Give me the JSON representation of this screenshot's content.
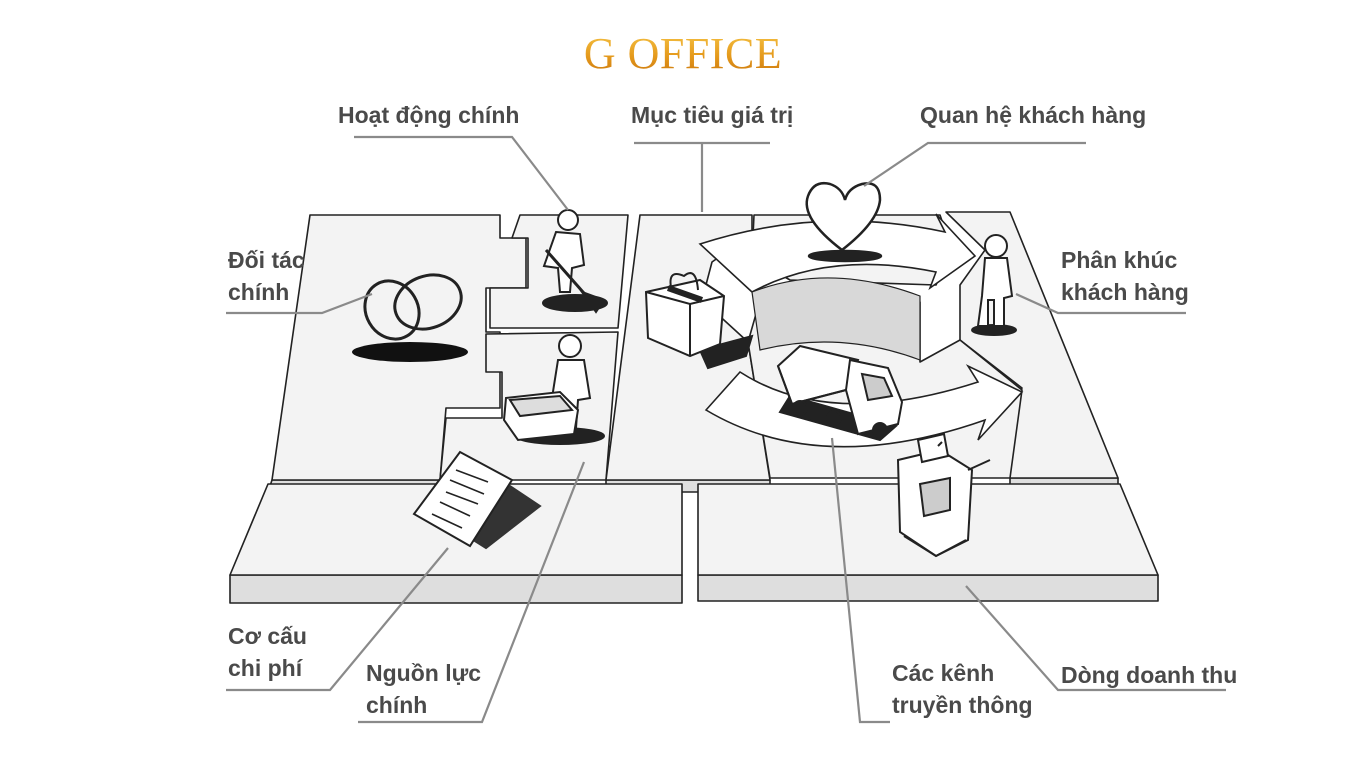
{
  "logo": {
    "text": "G OFFICE",
    "colors": [
      "#f7c84a",
      "#e59a1c",
      "#c8720c"
    ]
  },
  "labels": {
    "key_activities": "Hoạt động chính",
    "value_propositions": "Mục tiêu giá trị",
    "customer_relationships": "Quan hệ khách hàng",
    "key_partners": [
      "Đối tác",
      "chính"
    ],
    "customer_segments": [
      "Phân khúc",
      "khách hàng"
    ],
    "cost_structure": [
      "Cơ cấu",
      "chi phí"
    ],
    "key_resources": [
      "Nguồn lực",
      "chính"
    ],
    "channels": [
      "Các kênh",
      "truyền thông"
    ],
    "revenue_streams": "Dòng doanh thu"
  },
  "icons": [
    "rings-icon",
    "digging-person-icon",
    "person-with-box-icon",
    "gift-icon",
    "heart-icon",
    "standing-person-icon",
    "truck-icon",
    "contract-icon",
    "cash-register-icon"
  ],
  "colors": {
    "label": "#4a4a4a",
    "leader_line": "#8a8a8a",
    "sketch": "#222222",
    "board_top": "#f3f3f3",
    "board_side": "#dedede"
  }
}
